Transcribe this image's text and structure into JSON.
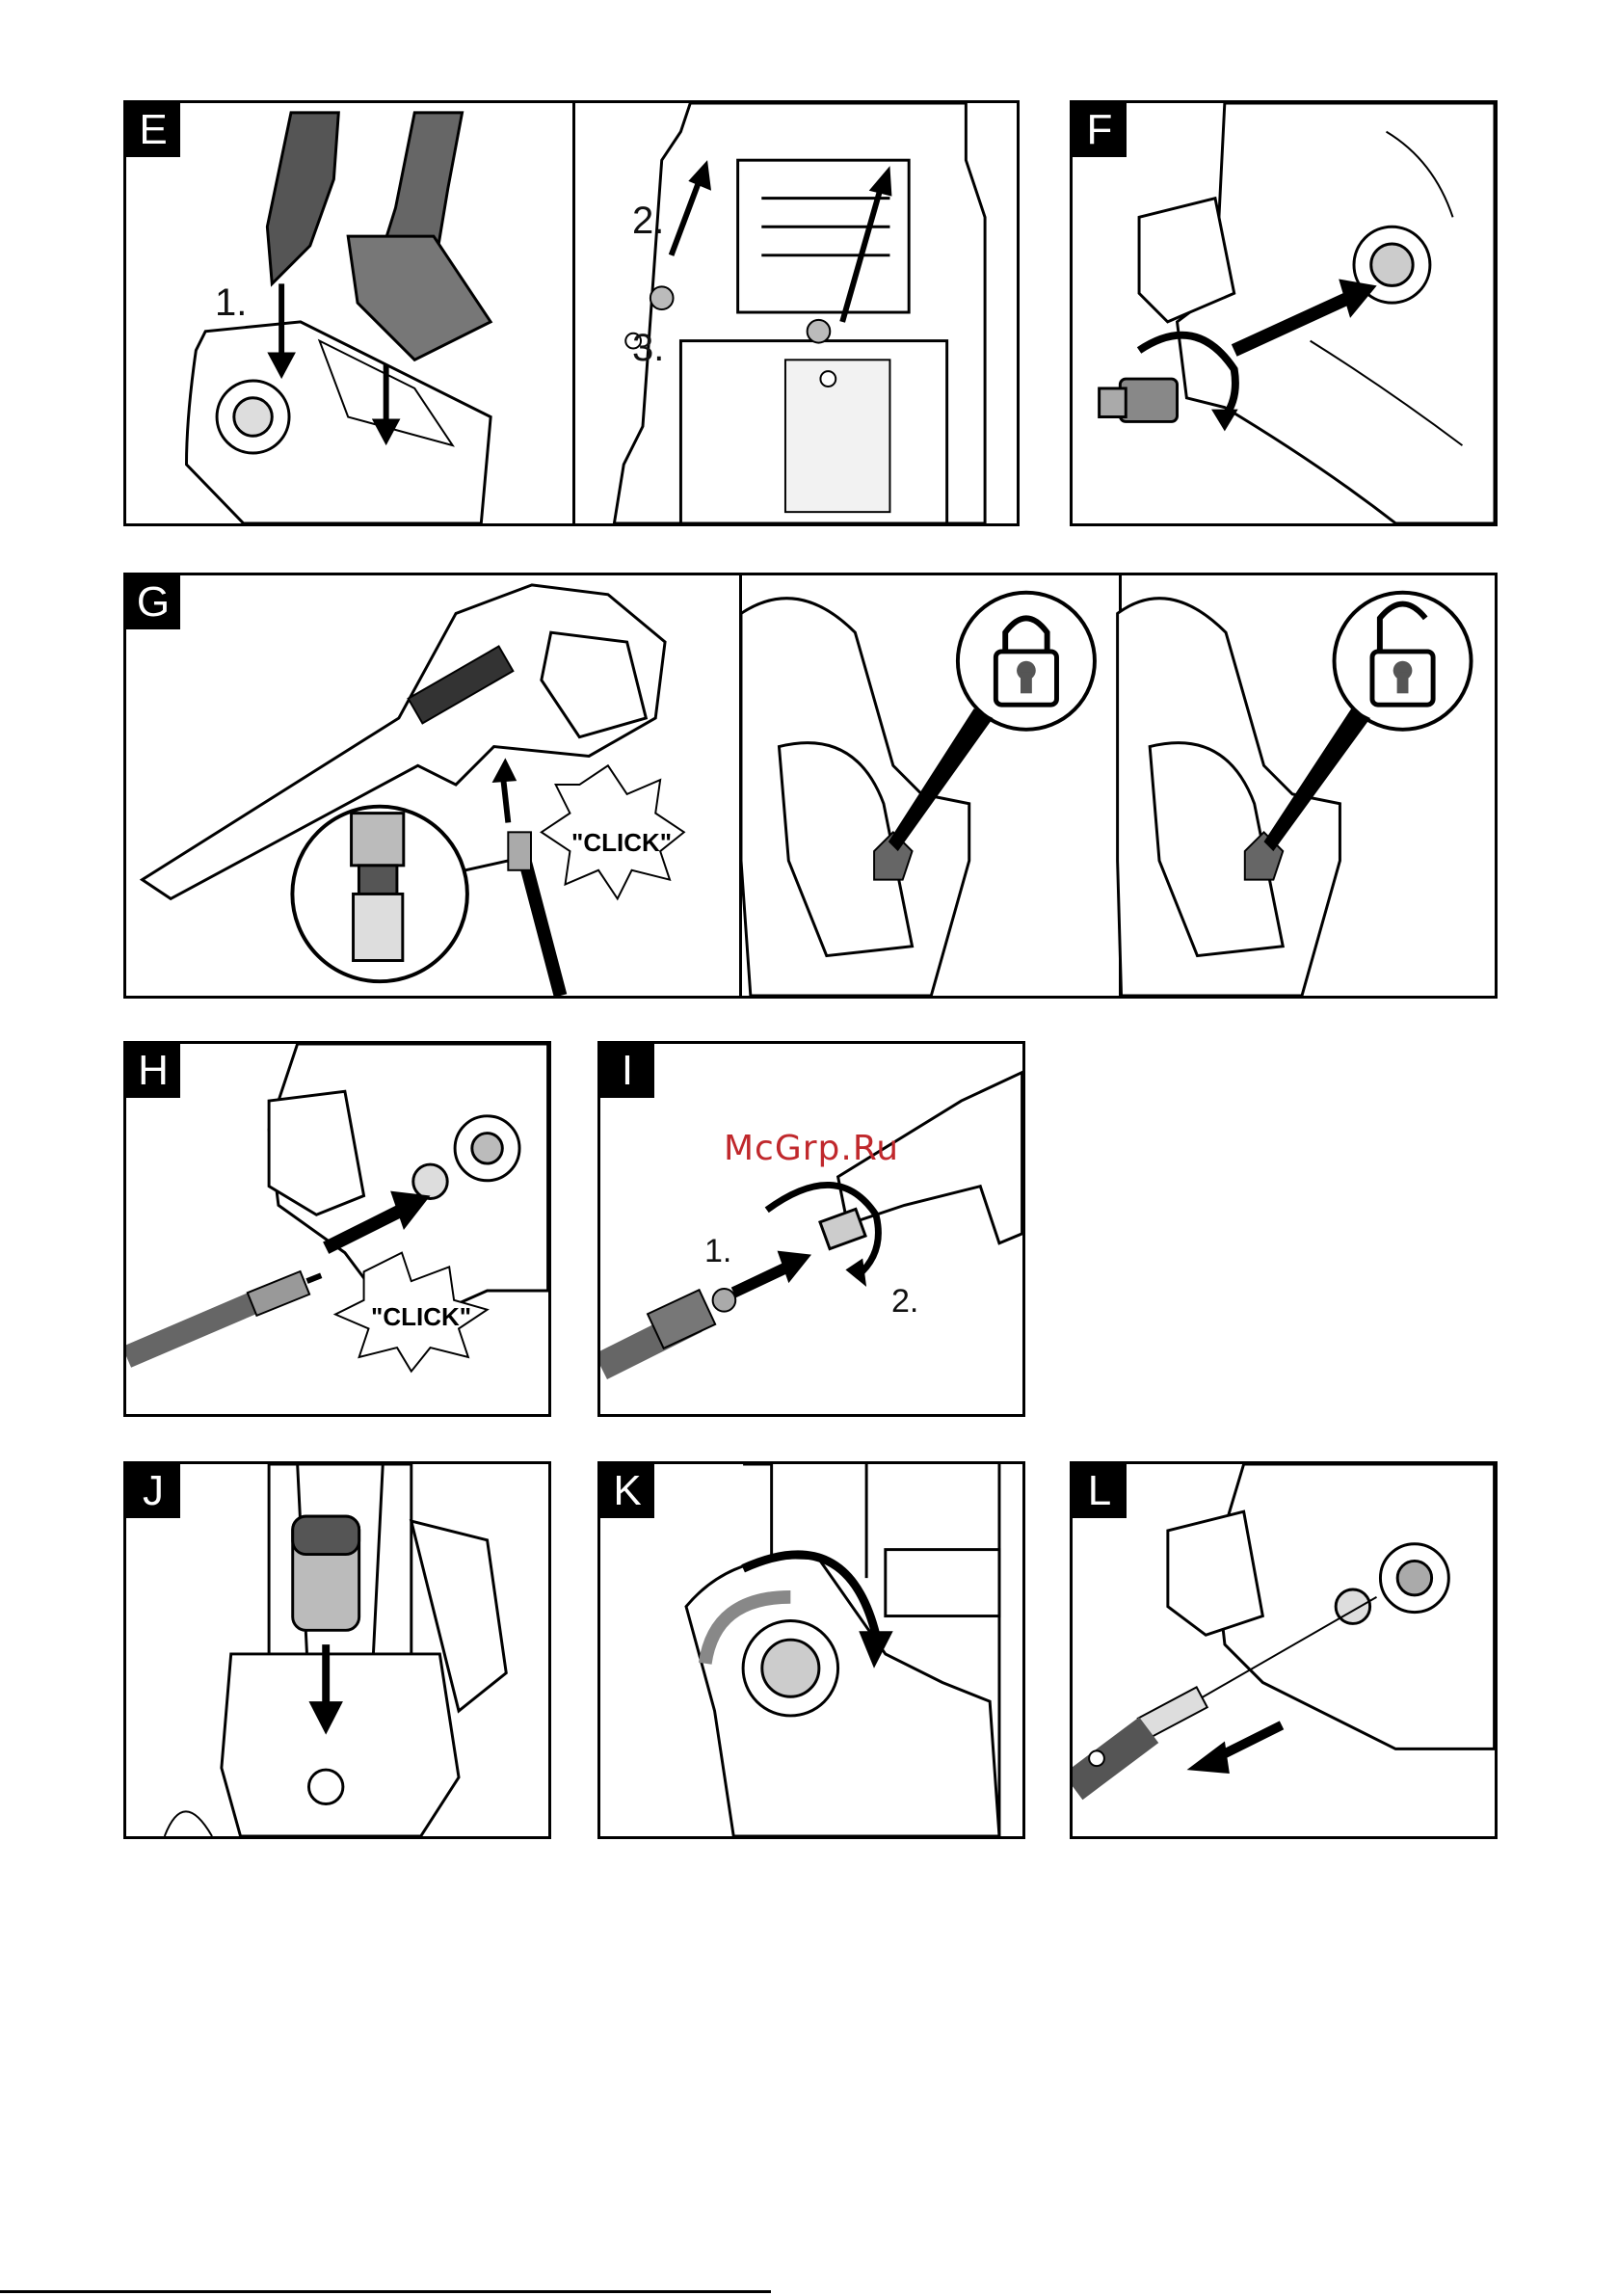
{
  "panels": {
    "E": {
      "letter": "E",
      "steps": [
        "1.",
        "2.",
        "3."
      ]
    },
    "F": {
      "letter": "F"
    },
    "G": {
      "letter": "G",
      "click": "\"CLICK\""
    },
    "H": {
      "letter": "H",
      "click": "\"CLICK\""
    },
    "I": {
      "letter": "I",
      "steps": [
        "1.",
        "2."
      ]
    },
    "J": {
      "letter": "J"
    },
    "K": {
      "letter": "K"
    },
    "L": {
      "letter": "L"
    }
  },
  "watermark": {
    "text": "McGrp.Ru",
    "color": "#c0282c"
  },
  "icons": [
    "lock-closed-icon",
    "lock-open-icon",
    "arrow-icon",
    "rotate-arrow-icon"
  ]
}
